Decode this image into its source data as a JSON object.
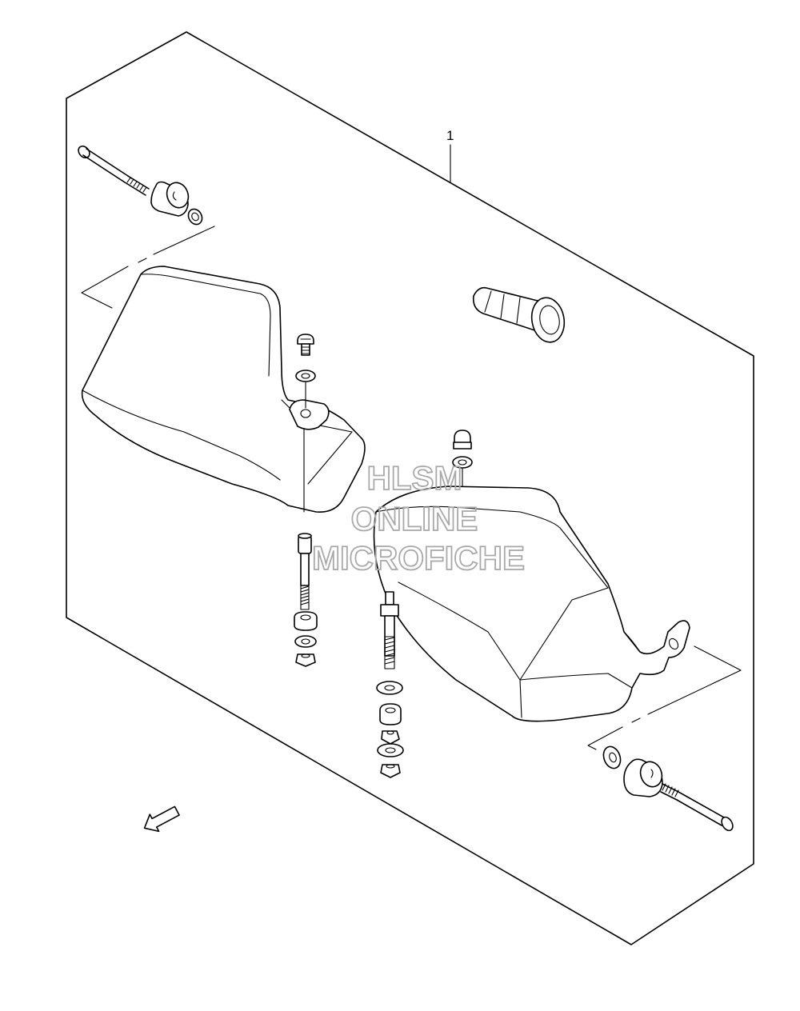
{
  "diagram": {
    "callout_number": "1",
    "fwd_label": "FWD",
    "watermark_lines": [
      "HLSM",
      "ONLINE",
      "MICROFICHE"
    ]
  },
  "colors": {
    "line": "#000000",
    "background": "#ffffff",
    "watermark": "#a9a9a9"
  }
}
